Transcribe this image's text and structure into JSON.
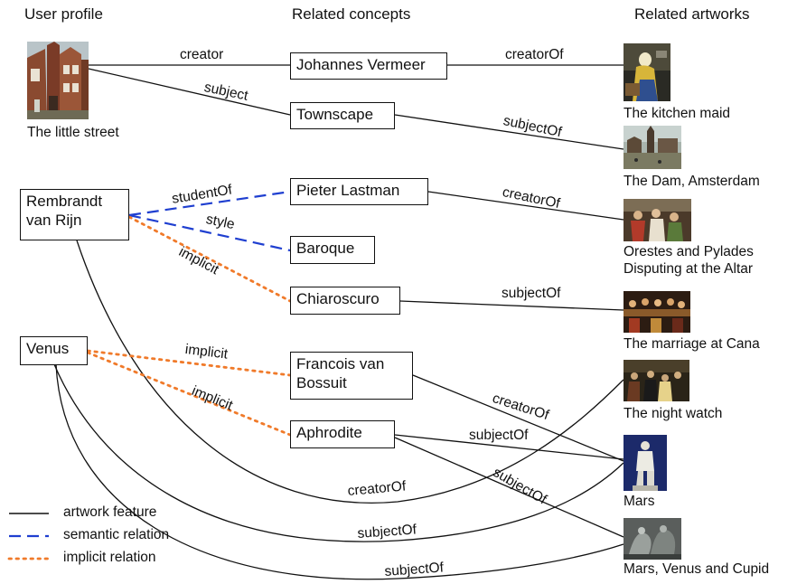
{
  "headers": {
    "user_profile": "User profile",
    "related_concepts": "Related concepts",
    "related_artworks": "Related artworks"
  },
  "profile": {
    "little_street": "The little street",
    "rembrandt": [
      "Rembrandt",
      "van Rijn"
    ],
    "venus": "Venus"
  },
  "concepts": {
    "vermeer": "Johannes  Vermeer",
    "townscape": "Townscape",
    "lastman": "Pieter  Lastman",
    "baroque": "Baroque",
    "chiaroscuro": "Chiaroscuro",
    "bossuit": [
      "Francois van",
      "Bossuit"
    ],
    "aphrodite": "Aphrodite"
  },
  "artworks": {
    "kitchen_maid": "The kitchen maid",
    "dam": "The Dam, Amsterdam",
    "orestes": [
      "Orestes and Pylades",
      "Disputing at the Altar"
    ],
    "cana": "The marriage at Cana",
    "night_watch": "The night watch",
    "mars": "Mars",
    "mars_venus": "Mars, Venus and Cupid"
  },
  "edge_labels": {
    "creator": "creator",
    "subject": "subject",
    "studentOf": "studentOf",
    "style": "style",
    "implicit_1": "implicit",
    "implicit_2": "implicit",
    "implicit_3": "implicit",
    "creatorOf_1": "creatorOf",
    "subjectOf_1": "subjectOf",
    "creatorOf_2": "creatorOf",
    "subjectOf_2": "subjectOf",
    "creatorOf_3": "creatorOf",
    "subjectOf_3": "subjectOf",
    "subjectOf_4": "subjectOf",
    "creatorOf_4": "creatorOf",
    "subjectOf_5": "subjectOf",
    "subjectOf_6": "subjectOf"
  },
  "legend": {
    "artwork_feature": "artwork feature",
    "semantic_relation": "semantic relation",
    "implicit_relation": "implicit relation"
  },
  "colors": {
    "solid": "#111111",
    "semantic": "#1f3fd0",
    "implicit": "#f07a2a"
  }
}
